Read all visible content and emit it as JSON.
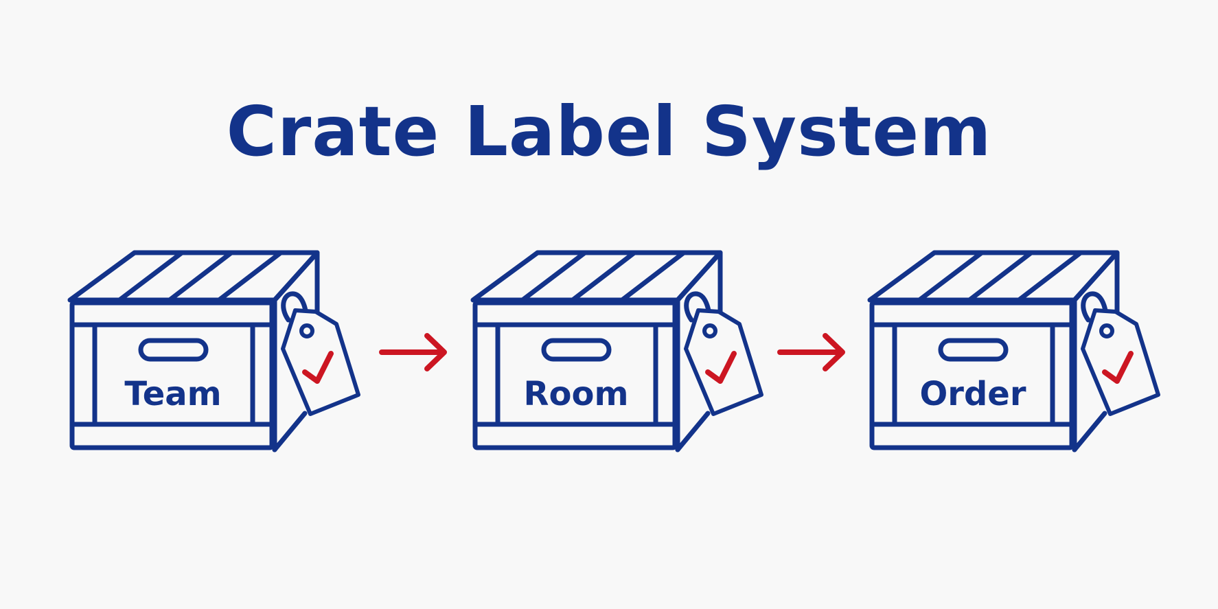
{
  "title": "Crate Label System",
  "colors": {
    "outline": "#13338a",
    "arrow": "#cc1622",
    "background": "#f8f8f8"
  },
  "crates": [
    {
      "label": "Team",
      "icon": "crate-with-checkmark-tag-icon"
    },
    {
      "label": "Room",
      "icon": "crate-with-checkmark-tag-icon"
    },
    {
      "label": "Order",
      "icon": "crate-with-checkmark-tag-icon"
    }
  ],
  "arrows": [
    {
      "icon": "right-arrow-icon"
    },
    {
      "icon": "right-arrow-icon"
    }
  ]
}
